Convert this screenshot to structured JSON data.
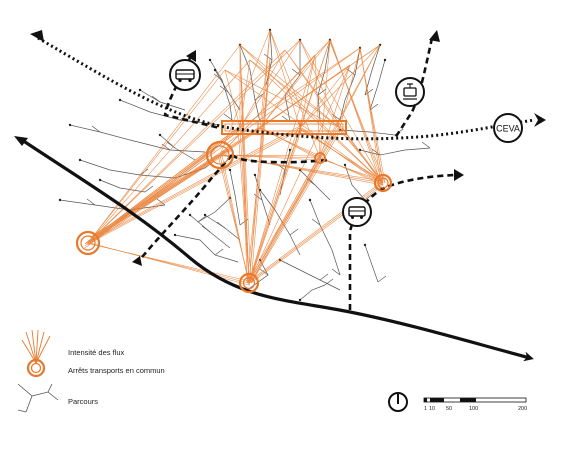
{
  "legend": {
    "flux": "Intensité des flux",
    "stops": "Arrêts transports en commun",
    "paths": "Parcours"
  },
  "labels": {
    "ceva": "CEVA"
  },
  "scale": {
    "ticks": [
      "1",
      "10",
      "50",
      "100",
      "200"
    ]
  },
  "icons": [
    "bus-icon",
    "tram-icon",
    "bus-icon",
    "north-arrow-icon"
  ],
  "colors": {
    "flux": "#e8782a",
    "network": "#444444",
    "roads": "#111111"
  }
}
